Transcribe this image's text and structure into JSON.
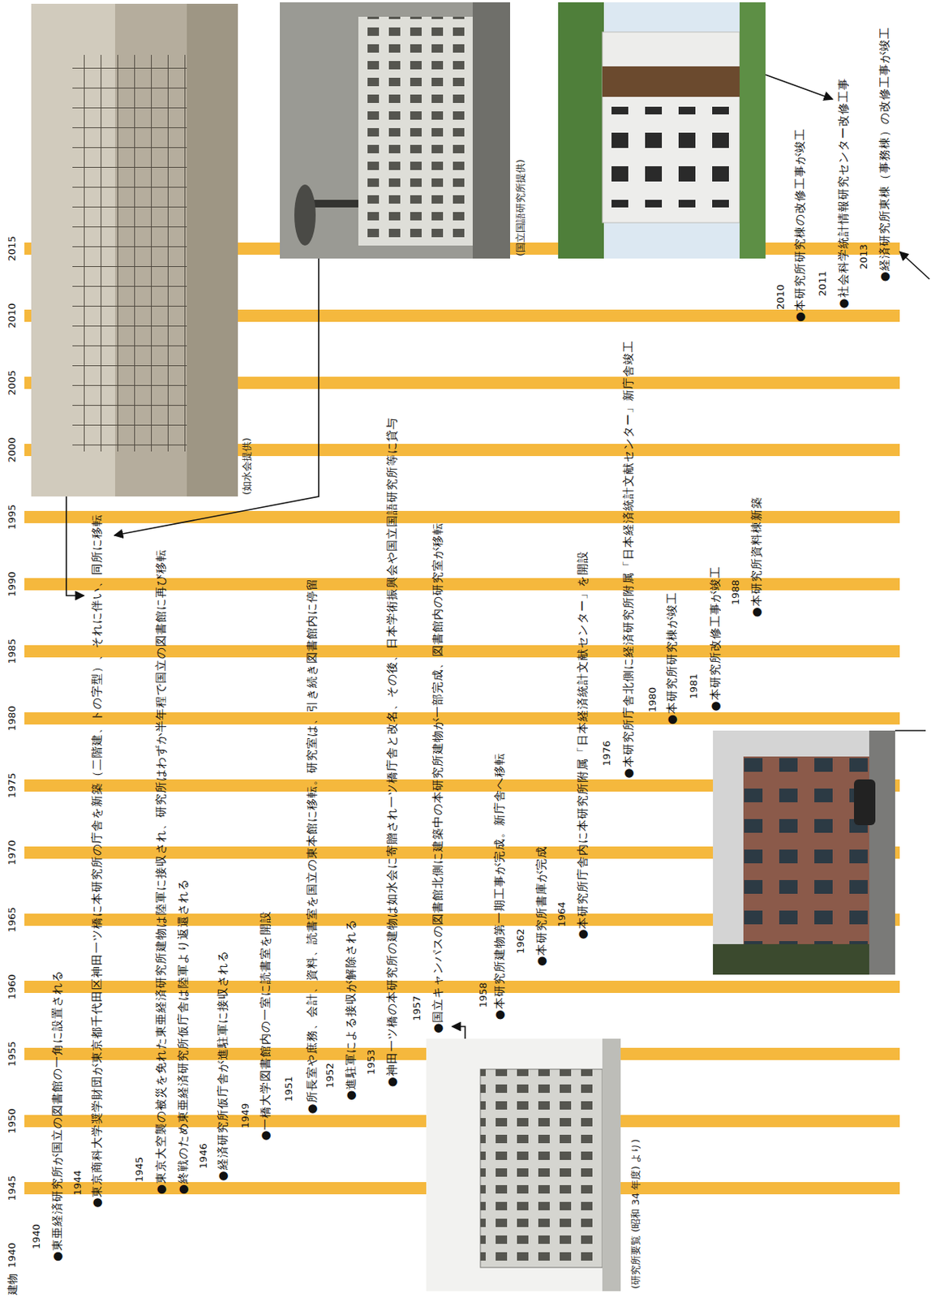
{
  "diagram": {
    "labels": [
      "建物",
      "1940",
      "1945",
      "1950",
      "1955",
      "1960",
      "1965",
      "1970",
      "1975",
      "1980",
      "1985",
      "1990",
      "1995",
      "2000",
      "2005",
      "2010",
      "2015",
      "1940",
      "●東亜経済研究所が国立の図書館の一角に設置される",
      "1944",
      "●東京商科大学奨学財団が東京都千代田区神田一ツ橋に本研究所の庁舎を新築（二階建、トの字型）、それに伴い、同所に移転",
      "1945",
      "●東京大空襲の被災を免れた東亜経済研究所建物は陸軍に接収され、研究所はわずか半年程で国立の図書館に再び移転",
      "●終戦のため東亜経済研究所仮庁舎は陸軍より返還される",
      "1946",
      "●経済研究所仮庁舎が進駐軍に接収される",
      "1949",
      "●一橋大学図書館内の一室に読書室を開設",
      "1951",
      "●所長室や庶務、会計、資料、読書室を国立の東本館に移転。研究室は、引き続き図書館内に停留",
      "1952",
      "●進駐軍による接収が解除される",
      "1953",
      "●神田一ツ橋の本研究所の建物は如水会に寄贈され一ツ橋庁舎と改名、その後、日本学術振興会や国立国語研究所等に貸与",
      "1957",
      "●国立キャンパスの図書館北側に建築中の本研究所建物が一部完成、図書館内の研究室が移転",
      "1958",
      "●本研究所建物第一期工事が完成。新庁舎へ移転",
      "1962",
      "●本研究所書庫が完成",
      "1964",
      "●本研究所庁舎内に本研究所附属「日本経済統計文献センター」を開設",
      "1976",
      "●本研究所庁舎北側に経済研究所附属「日本経済統計文献センター」新庁舎竣工",
      "1980",
      "●本研究所研究棟が竣工",
      "1981",
      "●本研究所改修工事が竣工",
      "1988",
      "●本研究所資料棟新築",
      "2010",
      "●本研究所研究棟の改修工事が竣工",
      "2011",
      "●社会科学統計情報研究センター改修工事",
      "2013",
      "●経済研究所東棟（事務棟）の改修工事が竣工",
      "(如水会提供)",
      "(国立国語研究所提供)",
      "(研究所要覧 (昭和 34 年度) より)"
    ]
  }
}
